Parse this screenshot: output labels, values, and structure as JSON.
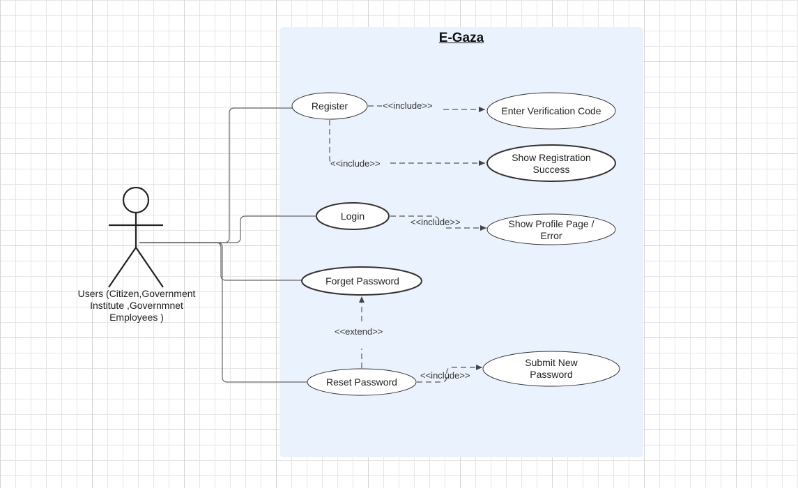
{
  "system": {
    "title": "E-Gaza"
  },
  "actor": {
    "label": "Users (Citizen,Government Institute ,Governmnet Employees )"
  },
  "use_cases": {
    "register": "Register",
    "enter_verification": "Enter Verification Code",
    "show_registration": "Show Registration Success",
    "login": "Login",
    "show_profile": "Show Profile Page / Error",
    "forget_password": "Forget Password",
    "reset_password": "Reset Password",
    "submit_password": "Submit New Password"
  },
  "relations": {
    "include_1": "<<include>>",
    "include_2": "<<include>>",
    "include_3": "<<include>>",
    "extend_1": "<<extend>>",
    "include_4": "<<include>>"
  },
  "colors": {
    "boundary_fill": "#eaf3fd",
    "line": "#555555",
    "ellipse_fill": "#ffffff"
  }
}
